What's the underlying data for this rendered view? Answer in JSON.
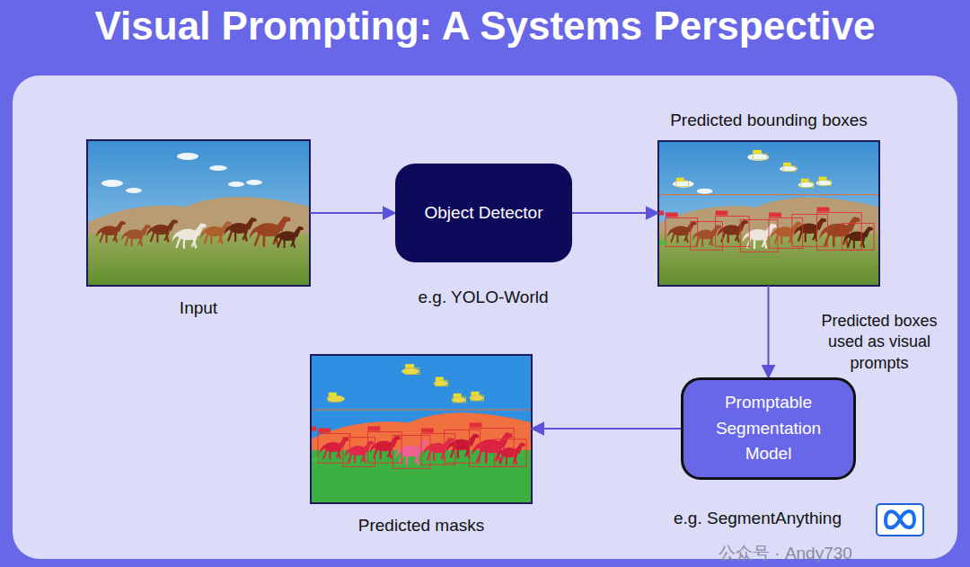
{
  "diagram": {
    "title": "Visual Prompting: A Systems Perspective",
    "nodes": [
      {
        "text": [
          "Input"
        ]
      },
      {
        "text": [
          "Object Detector"
        ]
      },
      {
        "text": [
          "Predicted bounding boxes"
        ]
      },
      {
        "text": [
          "Promptable Segmentation Model"
        ]
      },
      {
        "text": [
          "Predicted masks"
        ]
      }
    ],
    "edges": [
      {
        "from": 0,
        "to": 1,
        "arrow": "to"
      },
      {
        "from": 1,
        "to": 2,
        "arrow": "to"
      },
      {
        "from": 2,
        "to": 3,
        "arrow": "to",
        "label": "Predicted boxes used as visual prompts"
      },
      {
        "from": 3,
        "to": 4,
        "arrow": "to"
      }
    ],
    "labels": [
      "e.g. YOLO-World",
      "e.g. SegmentAnything",
      "公众号 · Andy730"
    ]
  }
}
